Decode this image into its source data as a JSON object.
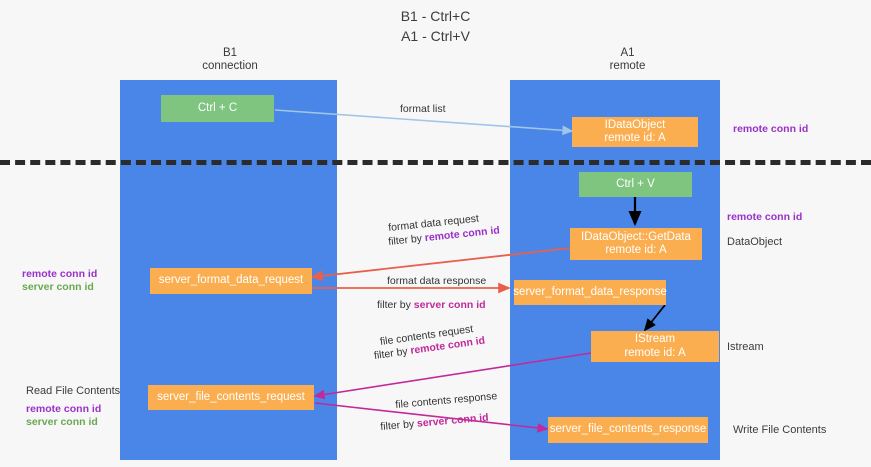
{
  "title": "B1 - Ctrl+C\nA1 - Ctrl+V",
  "lanes": [
    {
      "id": "b1",
      "label": "B1\nconnection"
    },
    {
      "id": "a1",
      "label": "A1\nremote"
    }
  ],
  "boxes": {
    "ctrl_c": {
      "line1": "Ctrl + C"
    },
    "idataobject": {
      "line1": "IDataObject",
      "line2": "remote id: A"
    },
    "ctrl_v": {
      "line1": "Ctrl + V"
    },
    "getdata": {
      "line1": "IDataObject::GetData",
      "line2": "remote id: A"
    },
    "fmt_req": {
      "line1": "server_format_data_request"
    },
    "fmt_resp": {
      "line1": "server_format_data_response"
    },
    "istream": {
      "line1": "IStream",
      "line2": "remote id: A"
    },
    "file_req": {
      "line1": "server_file_contents_request"
    },
    "file_resp": {
      "line1": "server_file_contents_response"
    }
  },
  "edge_labels": {
    "format_list": "format list",
    "format_data_request": "format data request",
    "filter_by": "filter by",
    "remote_conn_id": "remote conn id",
    "server_conn_id": "server conn id",
    "format_data_response": "format data response",
    "file_contents_request": "file contents request",
    "file_contents_response": "file contents response"
  },
  "side_labels": {
    "right_remote_conn_1": "remote conn id",
    "right_remote_conn_2": "remote conn id",
    "right_dataobject": "DataObject",
    "right_istream": "Istream",
    "right_write_file": "Write File Contents",
    "left_remote_conn": "remote conn id",
    "left_server_conn": "server conn id",
    "left_read_file": "Read File Contents",
    "left_remote_conn_2": "remote conn id",
    "left_server_conn_2": "server conn id"
  },
  "colors": {
    "lane": "#4a86e8",
    "green_box": "#7fc47f",
    "orange_box": "#fbae50",
    "purple": "#9b30c9",
    "magenta": "#c2299b",
    "green_text": "#6aa84f",
    "arrow_blue": "#9fc5e8",
    "arrow_red": "#e8604c",
    "arrow_black": "#000000",
    "dashed_divider": "#2b2b2b"
  }
}
